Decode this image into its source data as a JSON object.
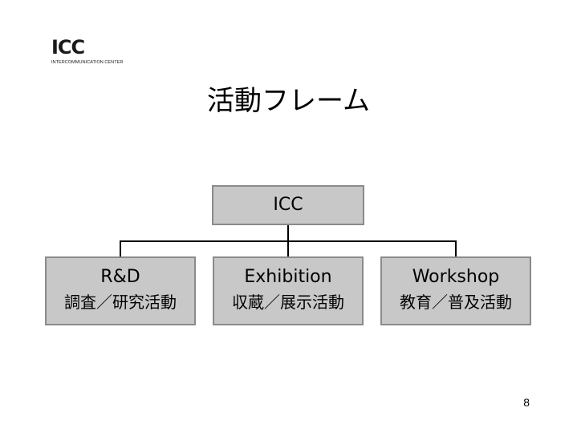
{
  "logo": {
    "mark": "ICC",
    "subtitle": "INTERCOMMUNICATION CENTER"
  },
  "title": "活動フレーム",
  "org_chart": {
    "root": "ICC",
    "children": [
      {
        "name": "R&D",
        "label": "調査／研究活動"
      },
      {
        "name": "Exhibition",
        "label": "収蔵／展示活動"
      },
      {
        "name": "Workshop",
        "label": "教育／普及活動"
      }
    ]
  },
  "page_number": "8",
  "colors": {
    "box_fill": "#c8c8c8",
    "box_border": "#8a8a8a",
    "connector": "#000000"
  }
}
